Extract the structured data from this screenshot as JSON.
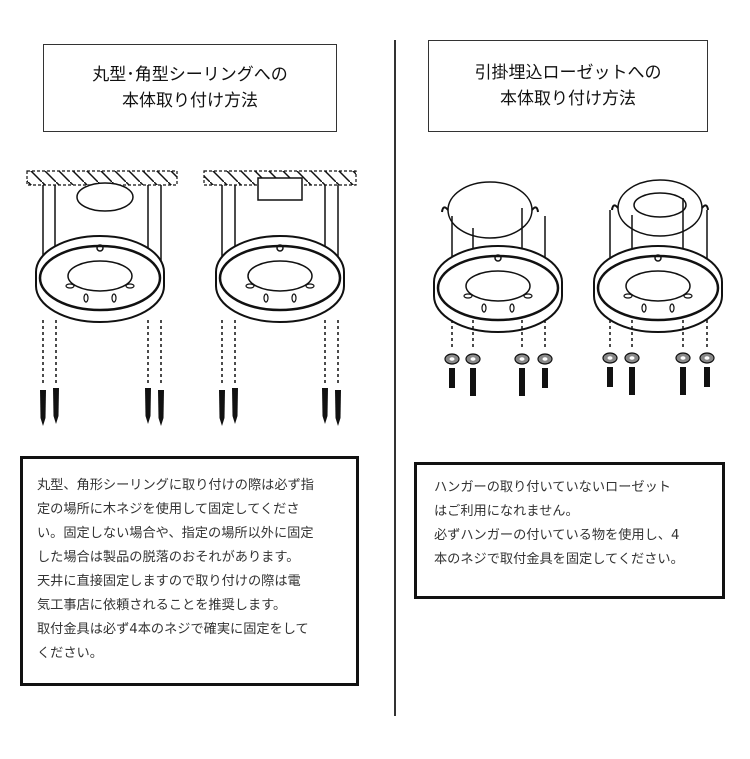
{
  "left": {
    "title_lines": [
      "丸型･角型シーリングへの",
      "本体取り付け方法"
    ],
    "note_lines": [
      "丸型、角形シーリングに取り付けの際は必ず指",
      "定の場所に木ネジを使用して固定してくださ",
      "い。固定しない場合や、指定の場所以外に固定",
      "した場合は製品の脱落のおそれがあります。",
      "天井に直接固定しますので取り付けの際は電",
      "気工事店に依頼されることを推奨します。",
      "取付金具は必ず4本のネジで確実に固定をして",
      "ください。"
    ]
  },
  "right": {
    "title_lines": [
      "引掛埋込ローゼットへの",
      "本体取り付け方法"
    ],
    "note_lines": [
      "ハンガーの取り付いていないローゼット",
      "はご利用になれません。",
      "必ずハンガーの付いている物を使用し、4",
      "本のネジで取付金具を固定してください。"
    ]
  }
}
